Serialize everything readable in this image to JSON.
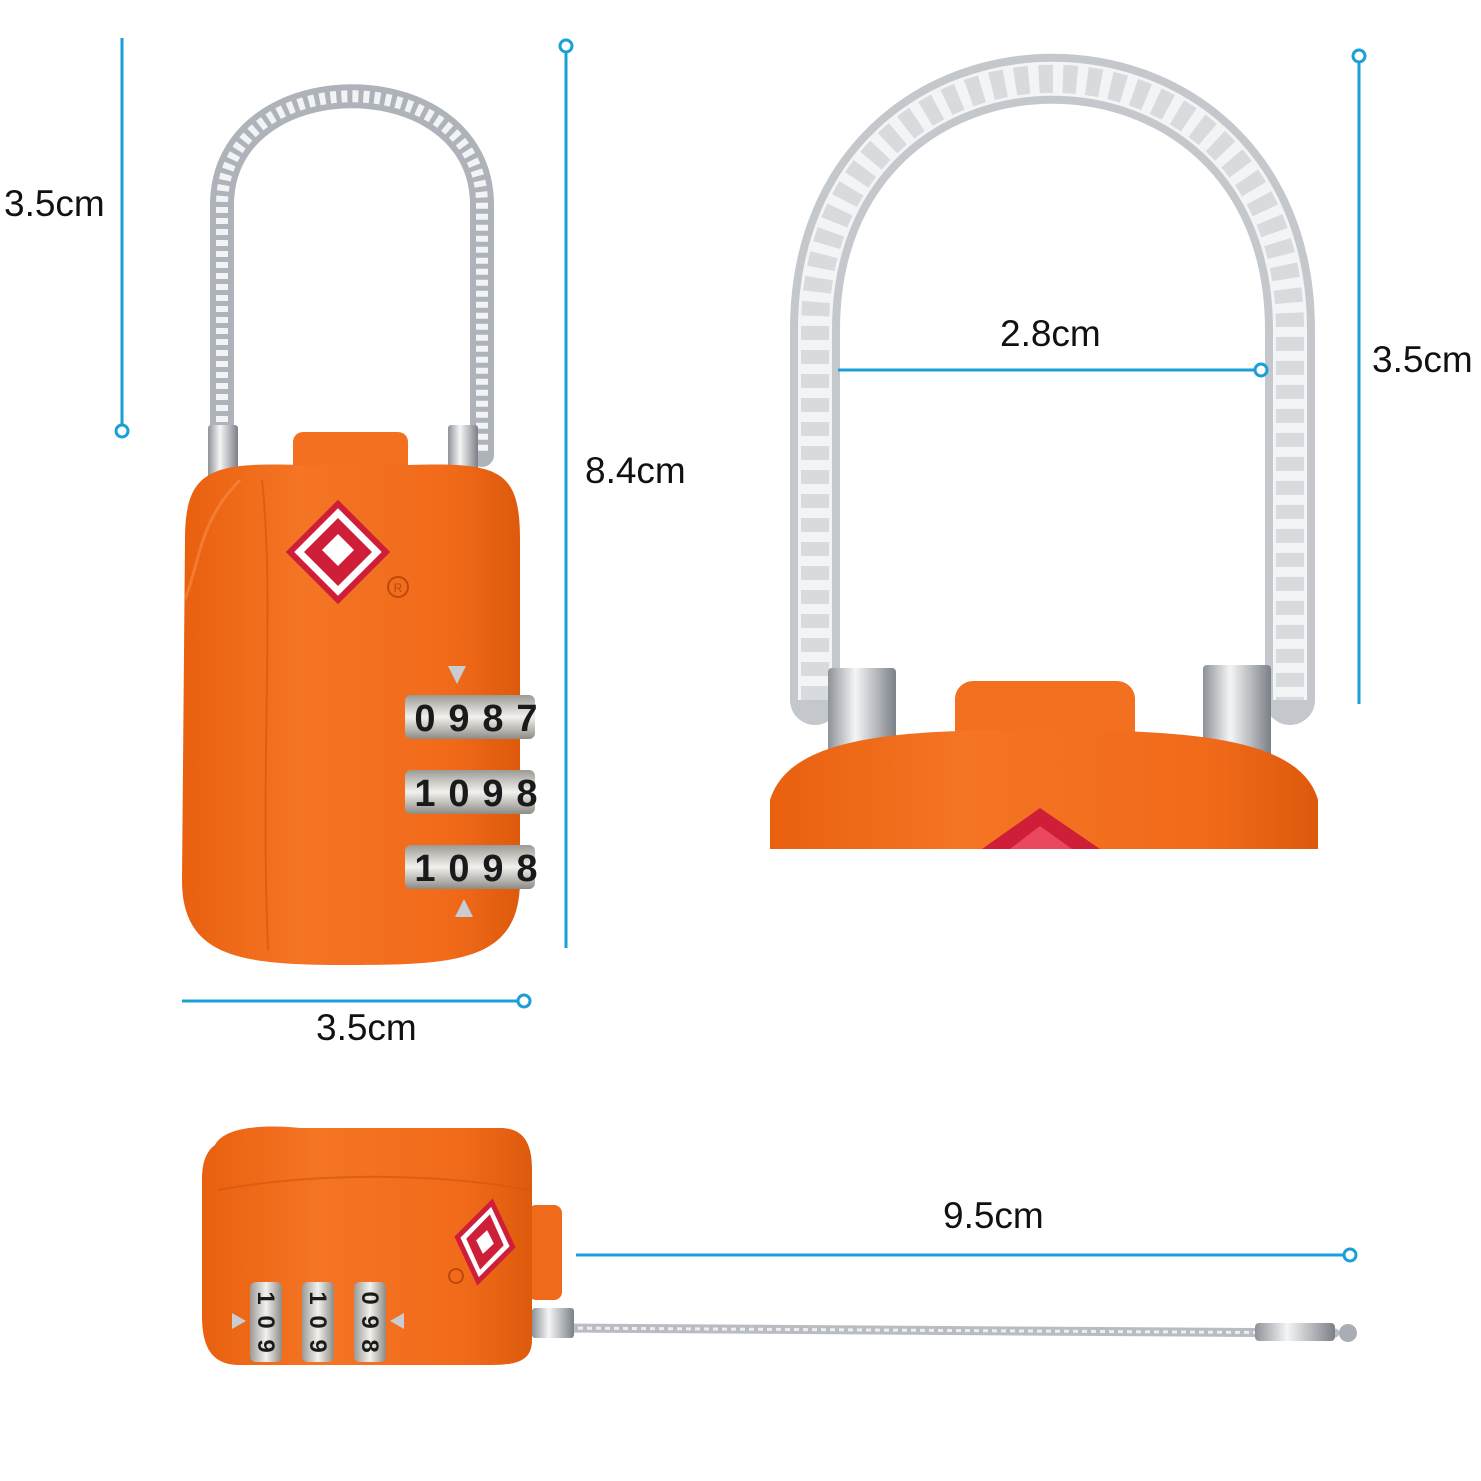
{
  "colors": {
    "lock_body": "#f2691c",
    "lock_body_dark": "#d9560e",
    "dimension_line": "#1a9fd6",
    "cable": "#c9cdd2",
    "tsa_logo": "#cf1f38"
  },
  "dimensions": {
    "shackle_height_front": "3.5cm",
    "total_height": "8.4cm",
    "body_width": "3.5cm",
    "shackle_inner_width": "2.8cm",
    "shackle_height_closeup": "3.5cm",
    "cable_length": "9.5cm"
  },
  "dials": {
    "front": [
      [
        "0",
        "9",
        "8",
        "7"
      ],
      [
        "1",
        "0",
        "9",
        "8"
      ],
      [
        "1",
        "0",
        "9",
        "8"
      ]
    ],
    "side": [
      [
        "1",
        "0",
        "9"
      ],
      [
        "1",
        "0",
        "9"
      ],
      [
        "0",
        "9",
        "8"
      ]
    ]
  },
  "icons": {
    "tsa": "tsa-diamond-logo-icon",
    "registered": "registered-mark-icon",
    "indicator": "dial-arrow-icon"
  }
}
